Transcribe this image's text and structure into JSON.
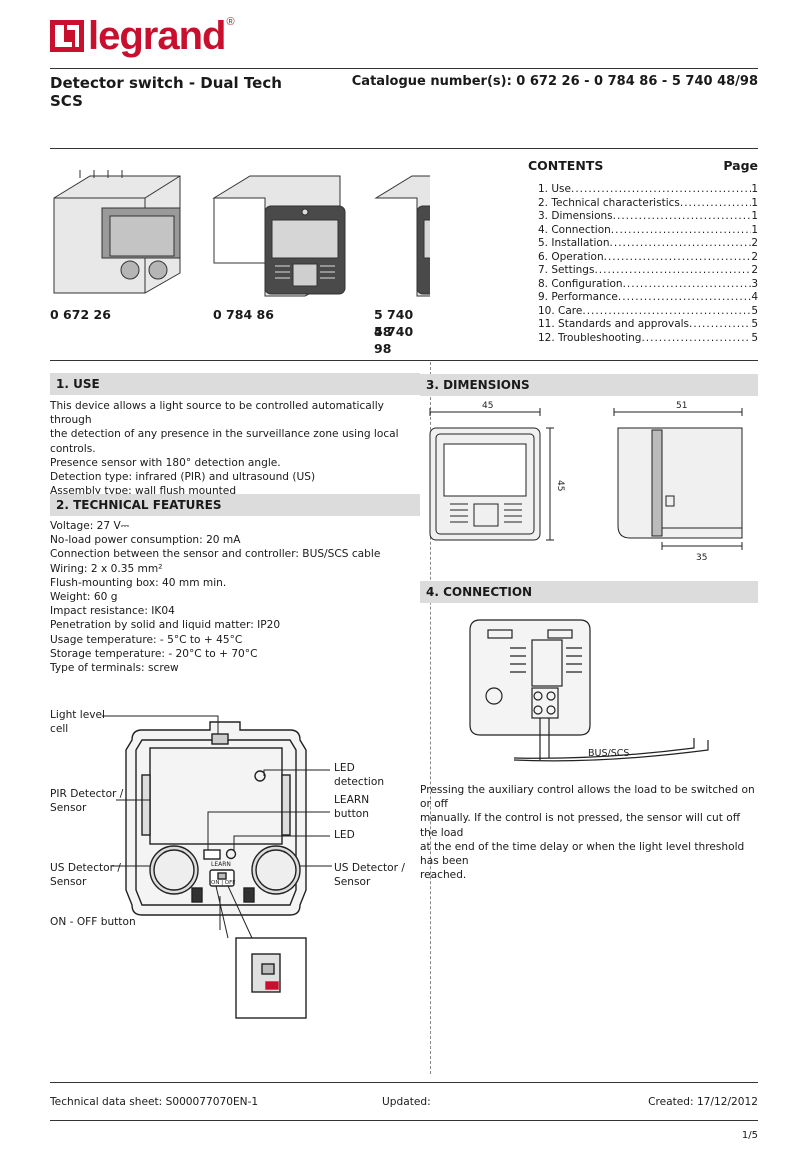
{
  "brand": {
    "name": "legrand",
    "registered": "®"
  },
  "header": {
    "title_line1": "Detector switch - Dual Tech",
    "title_line2": "SCS",
    "catalogue": "Catalogue number(s): 0 672 26 - 0 784 86 - 5 740 48/98"
  },
  "products": [
    {
      "code": "0 672 26"
    },
    {
      "code": "0 784 86"
    },
    {
      "code": "5 740 48",
      "code2": "5 740 98"
    }
  ],
  "contents": {
    "heading": "CONTENTS",
    "page_label": "Page",
    "items": [
      {
        "label": "1. Use",
        "page": "1"
      },
      {
        "label": "2. Technical characteristics",
        "page": "1"
      },
      {
        "label": "3. Dimensions",
        "page": "1"
      },
      {
        "label": "4. Connection",
        "page": "1"
      },
      {
        "label": "5. Installation",
        "page": "2"
      },
      {
        "label": "6. Operation",
        "page": "2"
      },
      {
        "label": "7. Settings",
        "page": "2"
      },
      {
        "label": "8. Configuration",
        "page": "3"
      },
      {
        "label": "9. Performance",
        "page": "4"
      },
      {
        "label": "10. Care",
        "page": "5"
      },
      {
        "label": "11. Standards and approvals",
        "page": "5"
      },
      {
        "label": "12. Troubleshooting",
        "page": "5"
      }
    ]
  },
  "use": {
    "heading": "1. USE",
    "lines": [
      "This device allows a light source to be controlled automatically through",
      "the detection of any presence in the surveillance zone using local",
      "controls.",
      "Presence sensor with 180° detection angle.",
      "Detection type: infrared (PIR) and ultrasound (US)",
      "Assembly type: wall flush mounted"
    ]
  },
  "tech": {
    "heading": "2. TECHNICAL FEATURES",
    "lines": [
      "Voltage: 27 V⎓",
      "No-load power consumption: 20 mA",
      "Connection between the sensor and controller: BUS/SCS cable",
      "Wiring: 2 x 0.35 mm²",
      "Flush-mounting box: 40 mm min.",
      "Weight: 60 g",
      "Impact resistance: IK04",
      "Penetration by solid and liquid matter: IP20",
      "Usage temperature: - 5°C to + 45°C",
      "Storage temperature: - 20°C to + 70°C",
      "Type of terminals:  screw"
    ]
  },
  "diagram_labels": {
    "light_level": [
      "Light level",
      "cell"
    ],
    "pir": [
      "PIR Detector /",
      "Sensor"
    ],
    "us_left": [
      "US Detector /",
      "Sensor"
    ],
    "on_off": "ON - OFF button",
    "led_detection": [
      "LED",
      "detection"
    ],
    "learn_button": [
      "LEARN",
      "button"
    ],
    "led": "LED",
    "us_right": [
      "US Detector /",
      "Sensor"
    ],
    "learn_text": "LEARN",
    "on_off_text": "ON | OFF"
  },
  "dimensions": {
    "heading": "3. DIMENSIONS",
    "front_width": "45",
    "front_height": "45",
    "side_width": "51",
    "side_depth": "35"
  },
  "connection": {
    "heading": "4. CONNECTION",
    "bus_label": "BUS/SCS",
    "text": [
      "Pressing the auxiliary control allows the load to be switched on or off",
      "manually. If the control is not pressed, the sensor will cut off the load",
      "at the end of the time delay or when the light level threshold has been",
      "reached."
    ]
  },
  "footer": {
    "sheet": "Technical data sheet: S000077070EN-1",
    "updated": "Updated:",
    "created": "Created: 17/12/2012",
    "page": "1/5"
  },
  "colors": {
    "brand_red": "#c8102e",
    "section_bg": "#dcdcdc"
  }
}
